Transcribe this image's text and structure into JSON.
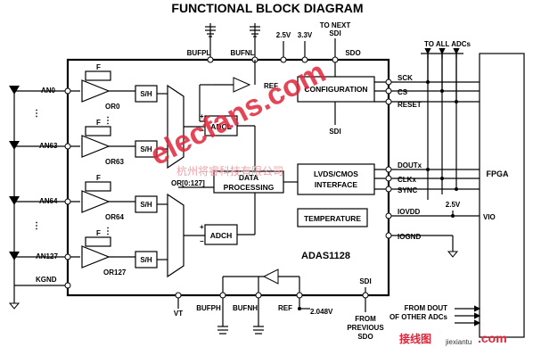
{
  "title": "FUNCTIONAL BLOCK DIAGRAM",
  "chip_name": "ADAS1128",
  "blocks": {
    "configuration": "CONFIGURATION",
    "data_processing": [
      "DATA",
      "PROCESSING"
    ],
    "lvds": [
      "LVDS/CMOS",
      "INTERFACE"
    ],
    "temperature": "TEMPERATURE",
    "adcl": "ADCL",
    "adch": "ADCH",
    "sh": "S/H",
    "feedback": "F",
    "fpga": "FPGA"
  },
  "pins": {
    "an0": "AN0",
    "an63": "AN63",
    "an64": "AN64",
    "an127": "AN127",
    "kgnd": "KGND",
    "or0": "OR0",
    "or63": "OR63",
    "or64": "OR64",
    "or127": "OR127",
    "or_bus": "OR[0:127]",
    "bufpl": "BUFPL",
    "bufnl": "BUFNL",
    "ref_top": "REF",
    "v25_top": "2.5V",
    "v33": "3.3V",
    "to_next_sdi": [
      "TO NEXT",
      "SDI"
    ],
    "sdo": "SDO",
    "sck": "SCK",
    "cs": "CS",
    "reset": "RESET",
    "sdi_config": "SDI",
    "doutx": "DOUTx",
    "clkx": "CLKx",
    "sync": "SYNC",
    "iovdd": "IOVDD",
    "iognd": "IOGND",
    "v25_io": "2.5V",
    "vio": "VIO",
    "to_all_adcs": "TO ALL ADCs",
    "vt": "VT",
    "bufph": "BUFPH",
    "bufnh": "BUFNH",
    "ref_bottom": "REF",
    "v2048": "2.048V",
    "sdi_bottom": "SDI",
    "from_previous_sdo": [
      "FROM",
      "PREVIOUS",
      "SDO"
    ],
    "from_dout": [
      "FROM DOUT",
      "OF OTHER ADCs"
    ]
  },
  "watermark": {
    "main": "elecfans.com",
    "chinese": "杭州将睿科技有限公司",
    "bottom": "接线图",
    "com": ".com",
    "site": "jiexiantu"
  },
  "colors": {
    "ink": "#000000",
    "watermark": "#e0263a",
    "background": "#ffffff"
  }
}
